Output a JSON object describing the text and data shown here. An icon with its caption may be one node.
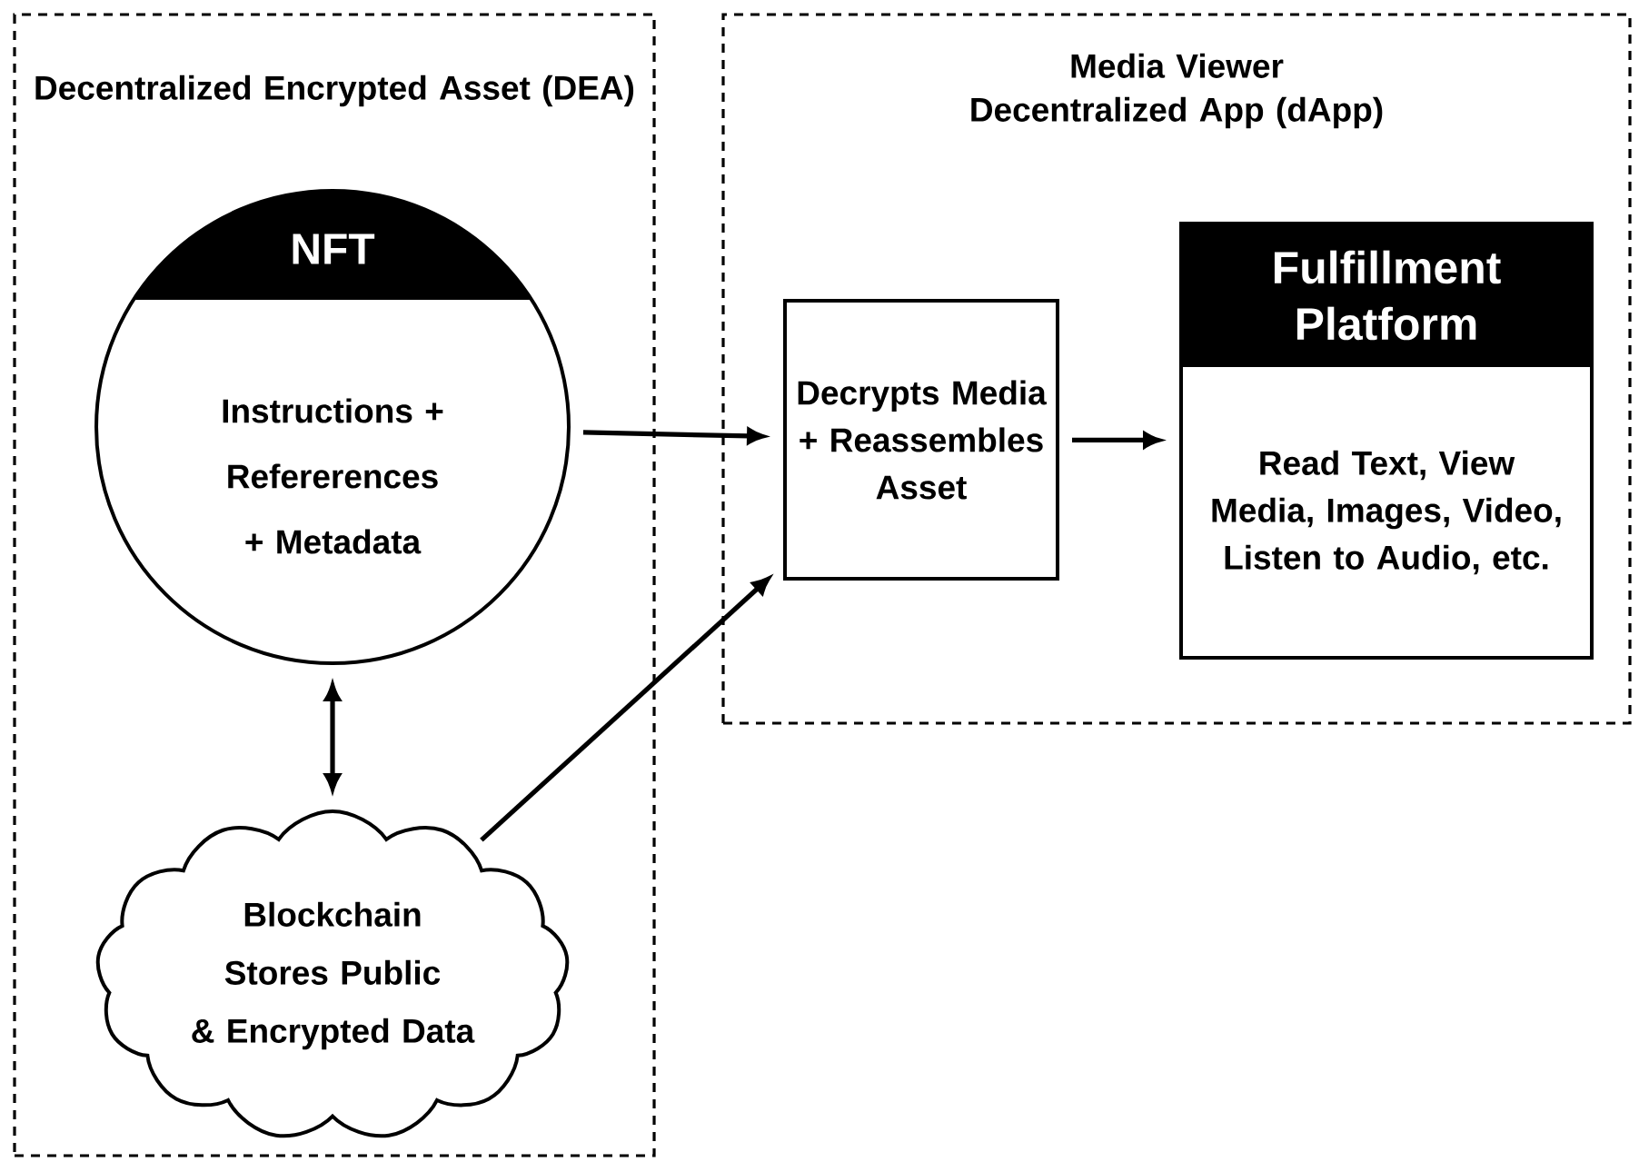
{
  "diagram": {
    "nodes": [
      {
        "text": [
          "Decentralized Encrypted Asset (DEA)"
        ]
      },
      {
        "text": [
          "NFT",
          "Instructions + Refererences + Metadata"
        ],
        "in": 0
      },
      {
        "text": [
          "Blockchain Stores Public & Encrypted Data"
        ],
        "in": 0
      },
      {
        "text": [
          "Media Viewer Decentralized App (dApp)"
        ]
      },
      {
        "text": [
          "Decrypts Media + Reassembles Asset"
        ],
        "in": 3
      },
      {
        "text": [
          "Fulfillment Platform",
          "Read Text, View Media, Images, Video, Listen to Audio, etc."
        ],
        "in": 3
      }
    ],
    "edges": [
      {
        "from": 1,
        "to": 4,
        "arrow": "to"
      },
      {
        "from": 2,
        "to": 4,
        "arrow": "to"
      },
      {
        "from": 4,
        "to": 5,
        "arrow": "to"
      },
      {
        "from": 1,
        "to": 2,
        "arrow": "both"
      }
    ]
  }
}
